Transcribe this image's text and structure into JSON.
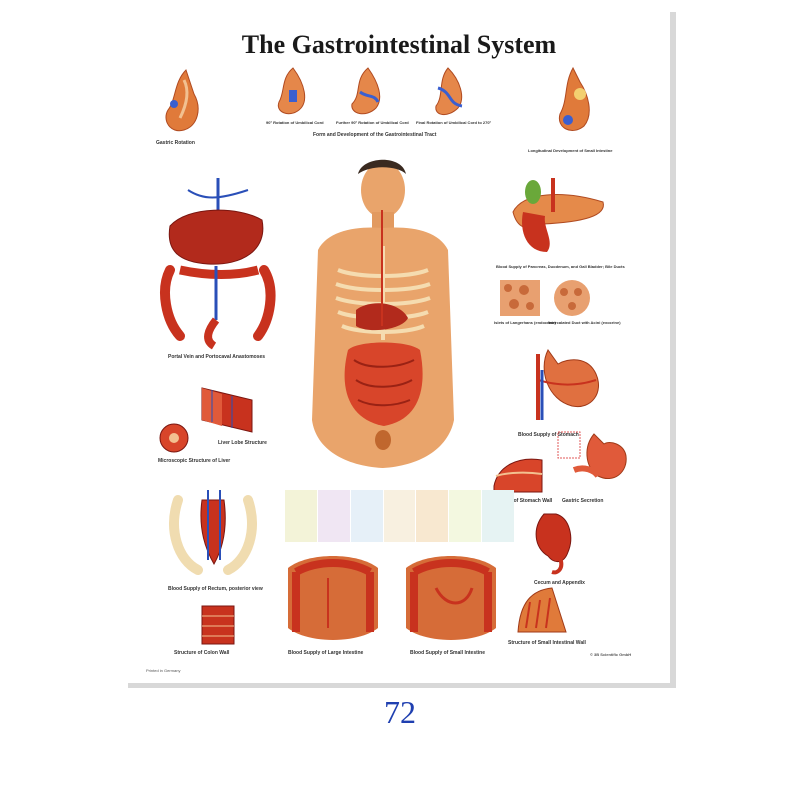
{
  "poster": {
    "title": "The Gastrointestinal System",
    "page_number": "72",
    "captions": {
      "gastric_rotation": "Gastric Rotation",
      "form_development": "Form and Development of the Gastrointestinal Tract",
      "umbilical_cord_1": "90° Rotation of Umbilical Cord",
      "umbilical_cord_2": "Further 90° Rotation of Umbilical Cord",
      "umbilical_cord_3": "Final Rotation of Umbilical Cord to 270°",
      "small_intestine_dev": "Longitudinal Development of Small Intestine",
      "portal_vein": "Portal Vein and Portocaval Anastomoses",
      "pancreas": "Blood Supply of Pancreas, Duodenum, and Gall Bladder; Bile Ducts",
      "islets": "Islets of Langerhans (endocrine)",
      "intercalated": "Intercalated Duct with Acini (exocrine)",
      "liver_lobe": "Liver Lobe Structure",
      "liver_micro": "Microscopic Structure of Liver",
      "stomach_supply": "Blood Supply of Stomach",
      "stomach_wall": "Structure of Stomach Wall",
      "gastric_secretion": "Gastric Secretion",
      "rectum": "Blood Supply of Rectum, posterior view",
      "cecum": "Cecum and Appendix",
      "colon_wall": "Structure of Colon Wall",
      "large_intestine": "Blood Supply of Large Intestine",
      "small_intestine": "Blood Supply of Small Intestine",
      "small_intestine_wall": "Structure of Small Intestinal Wall",
      "printed": "Printed in Germany",
      "publisher": "© 3B Scientific GmbH"
    }
  },
  "colors": {
    "page_number": "#1f3fb0",
    "organ_red": "#c8321e",
    "organ_orange": "#e2783a",
    "skin": "#e9a46b",
    "vein_blue": "#2a4fb8",
    "bone": "#f0dcb0"
  }
}
